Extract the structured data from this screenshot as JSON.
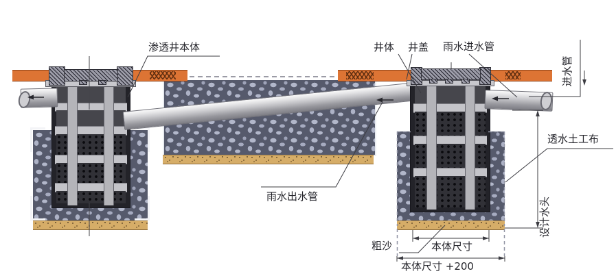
{
  "labels": {
    "infiltration_well_body": "渗透井本体",
    "well_body": "井体",
    "well_cover": "井盖",
    "rain_inlet_pipe": "雨水进水管",
    "inlet_pipe_vertical": "进水管",
    "geotextile": "透水土工布",
    "design_head": "设计水头",
    "rain_outlet_pipe": "雨水出水管",
    "coarse_sand": "粗沙",
    "dim_body_size": "本体尺寸",
    "dim_body_size_plus200": "本体尺寸 +200"
  },
  "flow_arrows": {
    "count": 5,
    "direction_on_pipes": "left",
    "inlet_marker_direction": "down"
  },
  "colors": {
    "surface_band": "#dd7434",
    "gravel_pebble": "#aeb3c7",
    "gravel_gap": "#4f5264",
    "sand": "#d6ad68",
    "well_body_dark": "#303036",
    "well_band_light": "#c4c4c9",
    "pipe_gray": "#c6c6ca",
    "annotation_line": "#3c3c42",
    "background": "#ffffff"
  }
}
